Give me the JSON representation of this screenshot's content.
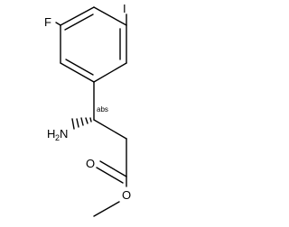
{
  "molecule": {
    "atoms": {
      "iodine": "I",
      "fluorine": "F",
      "amine": "H",
      "amine_subscript": "2",
      "amine_n": "N",
      "carbonyl_oxygen": "O",
      "ester_oxygen": "O"
    },
    "stereo_label": "abs"
  },
  "colors": {
    "bond": "#000000",
    "text": "#000000",
    "background": "#ffffff"
  }
}
